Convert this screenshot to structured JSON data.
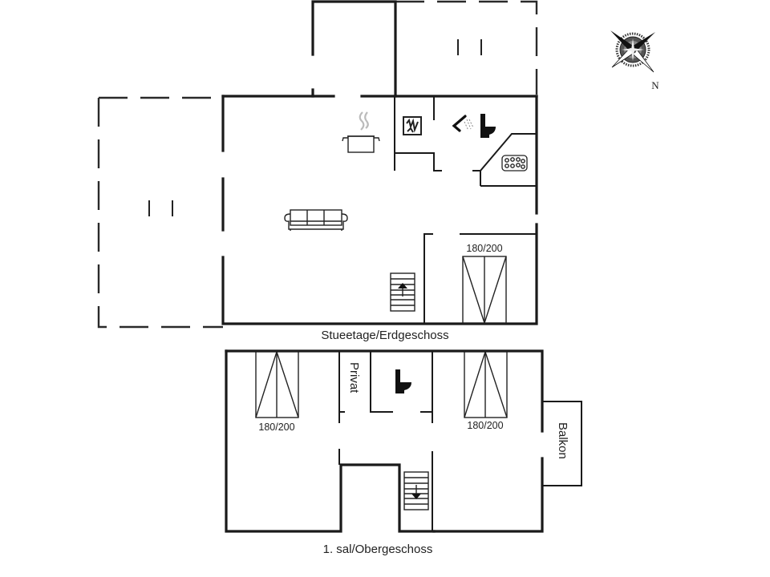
{
  "floors": {
    "ground": {
      "label": "Stueetage/Erdgeschoss",
      "bed": {
        "size_label": "180/200"
      }
    },
    "upper": {
      "label": "1. sal/Obergeschoss",
      "bed_left": {
        "size_label": "180/200"
      },
      "bed_right": {
        "size_label": "180/200"
      },
      "private_label": "Privat",
      "balcony_label": "Balkon"
    }
  },
  "compass": {
    "north_label": "N"
  },
  "icons": {
    "kitchen": "cooking-pot-icon",
    "sofa": "sofa-icon",
    "stairs_up": "stairs-up-icon",
    "stairs_down": "stairs-down-icon",
    "toilet": "toilet-icon",
    "shower": "shower-icon",
    "whirlpool": "whirlpool-bath-icon",
    "washing_machine": "washing-machine-icon",
    "compass": "compass-rose-icon"
  },
  "colors": {
    "wall": "#1a1a1a",
    "background": "#ffffff"
  }
}
